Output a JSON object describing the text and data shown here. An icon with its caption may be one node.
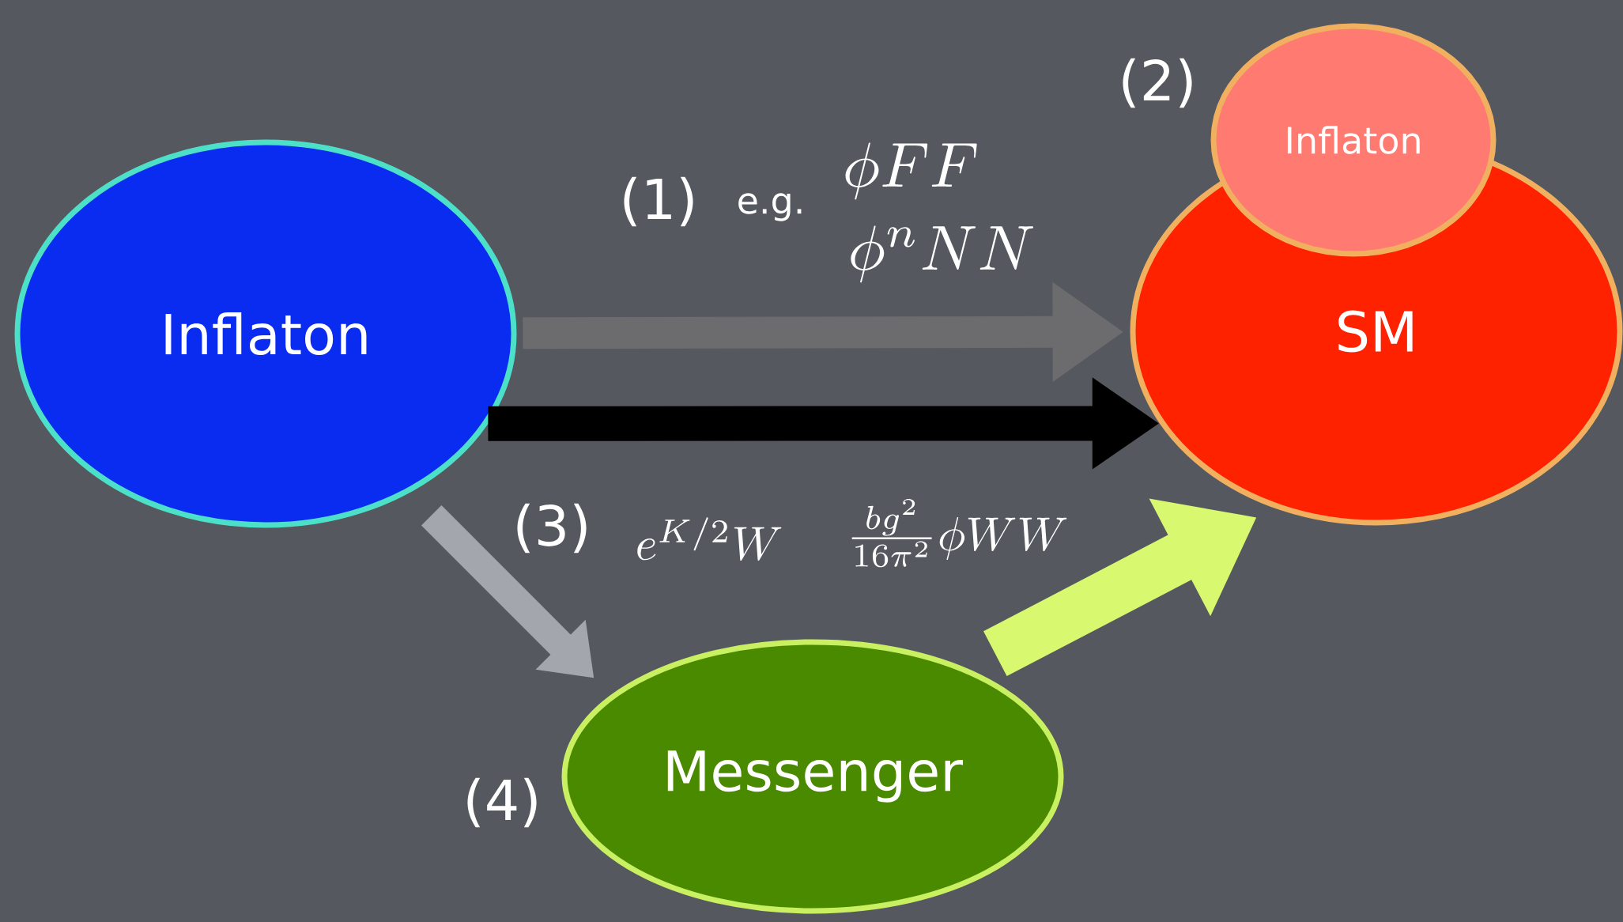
{
  "diagram": {
    "nodes": [
      {
        "text": [
          "Inflaton"
        ]
      },
      {
        "text": [
          "Inflaton"
        ],
        "beside": [
          "(2)"
        ]
      },
      {
        "text": [
          "SM"
        ]
      },
      {
        "text": [
          "Messenger"
        ],
        "beside": [
          "(4)"
        ]
      }
    ],
    "edges": [
      {
        "from": 0,
        "to": 2,
        "arrow": "to",
        "label": "(1)",
        "color": "#6c6c6e"
      },
      {
        "from": 0,
        "to": 2,
        "arrow": "to",
        "label": "(3)",
        "color": "#000000"
      },
      {
        "from": 0,
        "to": 3,
        "arrow": "to",
        "color": "#a4a6ae"
      },
      {
        "from": 3,
        "to": 2,
        "arrow": "to",
        "color": "#d8f870"
      }
    ],
    "labels": [
      "e.g.",
      "\\phi F F",
      "\\phi^n N N",
      "e^{K/2} W",
      "\\frac{b g^2}{16\\pi^2}\\phi W W"
    ]
  }
}
